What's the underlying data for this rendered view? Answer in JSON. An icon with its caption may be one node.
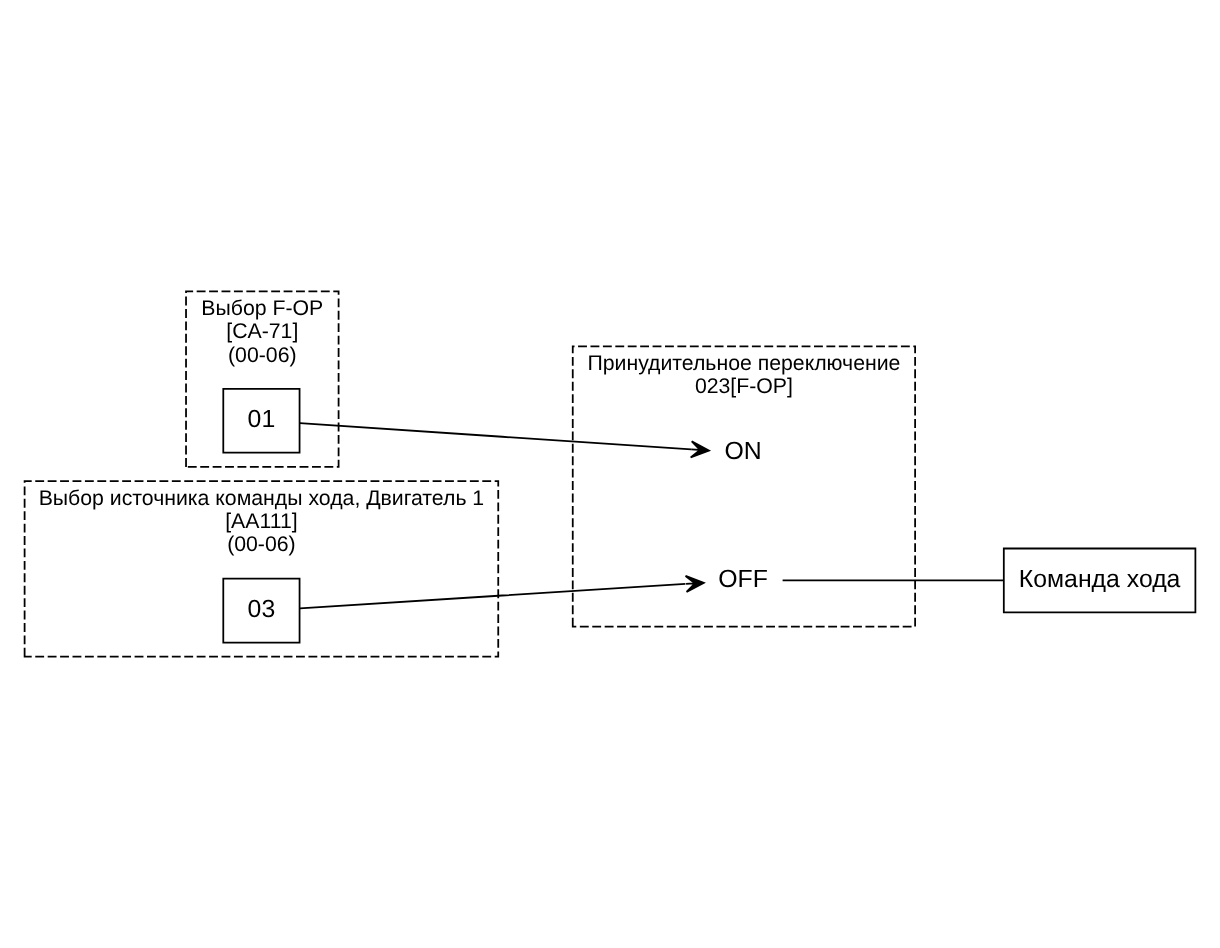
{
  "diagram": {
    "nodes": [
      {
        "text": [
          "Выбор F-OP",
          "[CA-71]",
          "(00-06)"
        ]
      },
      {
        "text": [
          "01"
        ],
        "in": 0
      },
      {
        "text": [
          "Выбор источника команды хода, Двигатель 1",
          "[AA111]",
          "(00-06)"
        ]
      },
      {
        "text": [
          "03"
        ],
        "in": 2
      },
      {
        "text": [
          "Принудительное переключение",
          "023[F-OP]"
        ]
      },
      {
        "text": [
          "ON"
        ],
        "in": 4
      },
      {
        "text": [
          "OFF"
        ],
        "in": 4
      },
      {
        "text": [
          "Команда хода"
        ]
      }
    ],
    "edges": [
      {
        "from": 1,
        "to": 5,
        "arrow": "to"
      },
      {
        "from": 3,
        "to": 6,
        "arrow": "to"
      },
      {
        "from": 6,
        "to": 7,
        "arrow": "none"
      }
    ]
  }
}
